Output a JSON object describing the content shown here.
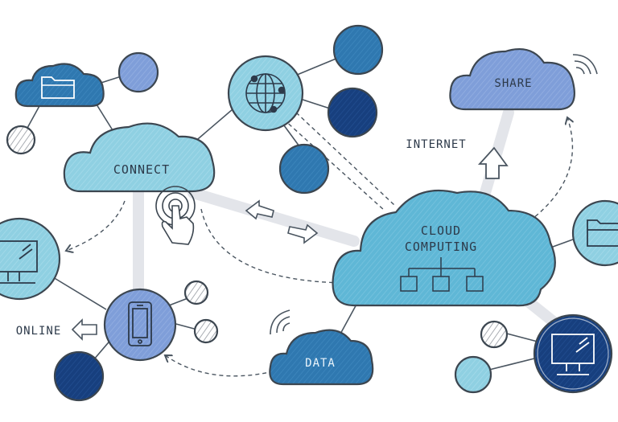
{
  "labels": {
    "connect": "CONNECT",
    "share": "SHARE",
    "internet": "INTERNET",
    "cloud_computing_line1": "CLOUD",
    "cloud_computing_line2": "COMPUTING",
    "data": "DATA",
    "online": "ONLINE"
  },
  "colors": {
    "light_blue": "#8fd0e2",
    "sky_blue": "#5fb7d6",
    "mid_blue": "#2f78b0",
    "navy": "#173f7e",
    "periwinkle": "#7f9ed9",
    "hatch_gray": "#b8bcc2",
    "pipe_gray": "#e3e5ea",
    "ink": "#3c4650"
  },
  "icons": [
    "folder-icon",
    "globe-network-icon",
    "touch-hand-icon",
    "smartphone-icon",
    "monitor-icon",
    "wifi-signal-icon",
    "arrow-up-icon",
    "double-arrow-icon",
    "arrow-left-icon",
    "org-chart-icon"
  ]
}
